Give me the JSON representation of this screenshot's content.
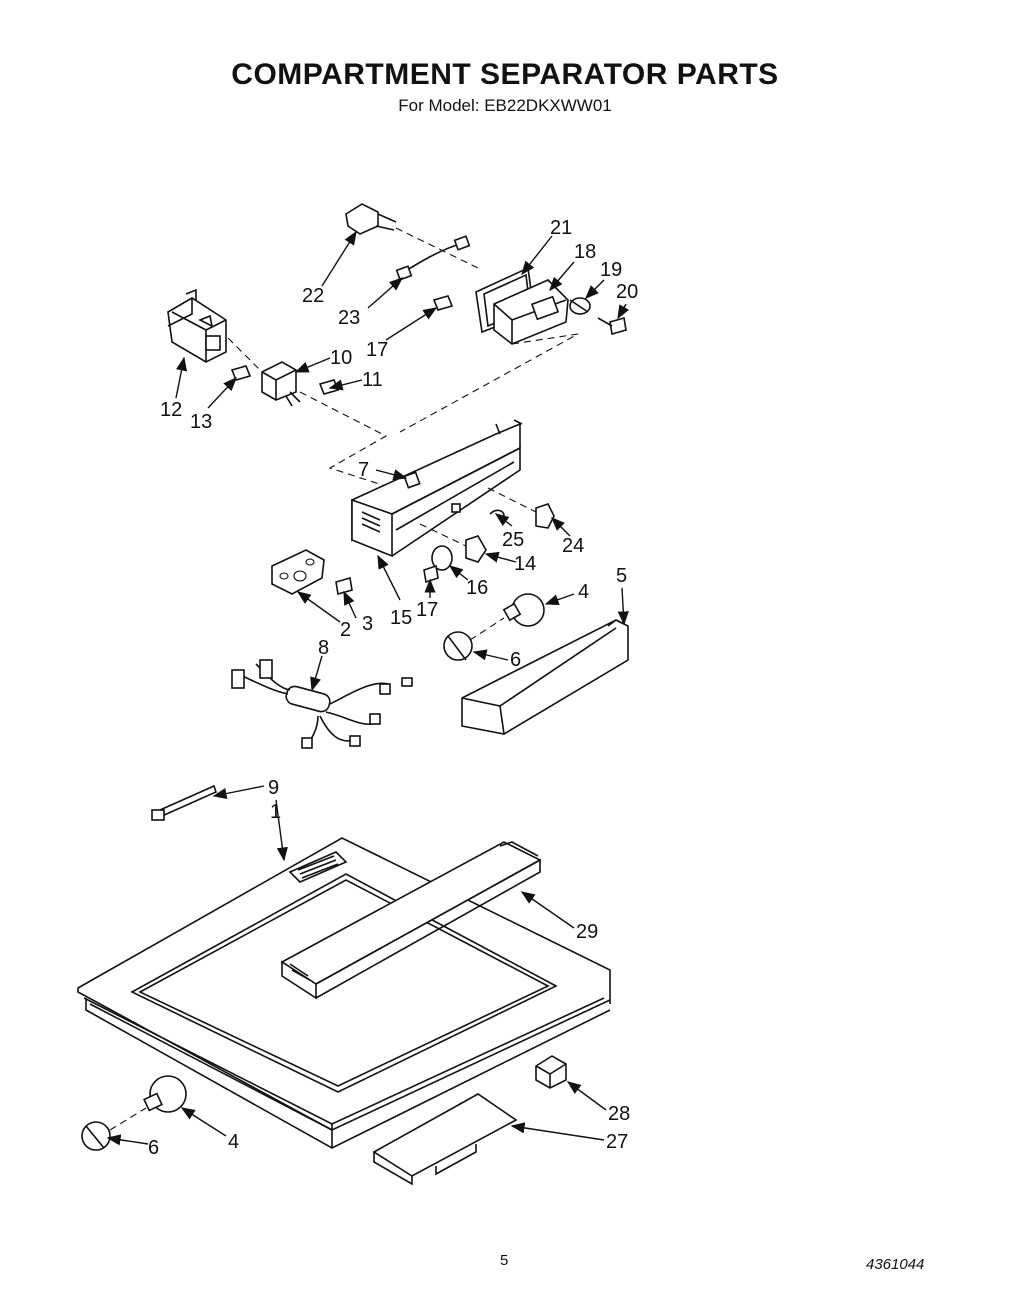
{
  "header": {
    "title": "COMPARTMENT SEPARATOR PARTS",
    "subtitle": "For Model: EB22DKXWW01"
  },
  "footer": {
    "page_number": "5",
    "document_number": "4361044"
  },
  "callouts": {
    "c1": "1",
    "c2": "2",
    "c3": "3",
    "c4a": "4",
    "c4b": "4",
    "c5": "5",
    "c6a": "6",
    "c6b": "6",
    "c7": "7",
    "c8": "8",
    "c9": "9",
    "c10": "10",
    "c11": "11",
    "c12": "12",
    "c13": "13",
    "c14": "14",
    "c15": "15",
    "c16": "16",
    "c17a": "17",
    "c17b": "17",
    "c18": "18",
    "c19": "19",
    "c20": "20",
    "c21": "21",
    "c22": "22",
    "c23": "23",
    "c24": "24",
    "c25": "25",
    "c27": "27",
    "c28": "28",
    "c29": "29"
  }
}
